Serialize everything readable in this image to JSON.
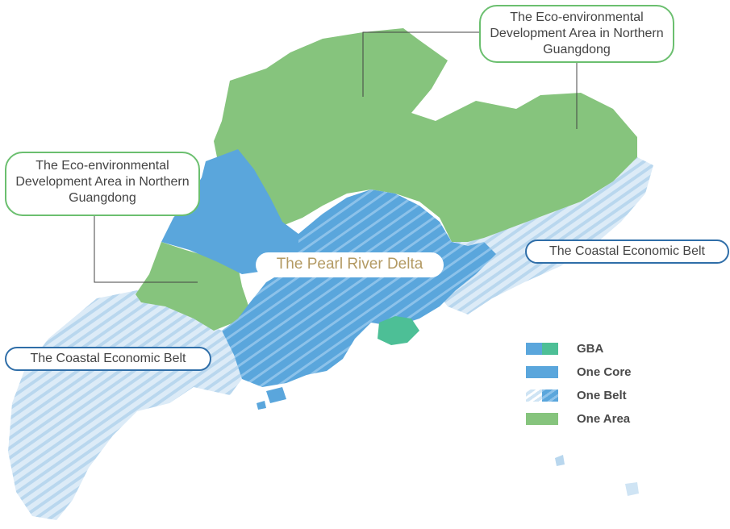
{
  "callouts": {
    "north_top": "The Eco-environmental Development Area in Northern Guangdong",
    "north_left": "The Eco-environmental Development Area in Northern Guangdong",
    "prd": "The Pearl River Delta",
    "coast_east": "The Coastal Economic Belt",
    "coast_west": "The Coastal Economic Belt"
  },
  "legend": [
    {
      "label": "GBA",
      "swatch": "gba"
    },
    {
      "label": "One Core",
      "swatch": "core"
    },
    {
      "label": "One Belt",
      "swatch": "belt"
    },
    {
      "label": "One Area",
      "swatch": "area"
    }
  ],
  "colors": {
    "area_green": "#86c47d",
    "core_blue": "#5aa6dc",
    "belt_light": "#cfe4f4",
    "hk_teal": "#4dbf96",
    "callout_green": "#6bbf6f",
    "callout_blue": "#2f6ea8",
    "prd_text": "#b39a63"
  }
}
